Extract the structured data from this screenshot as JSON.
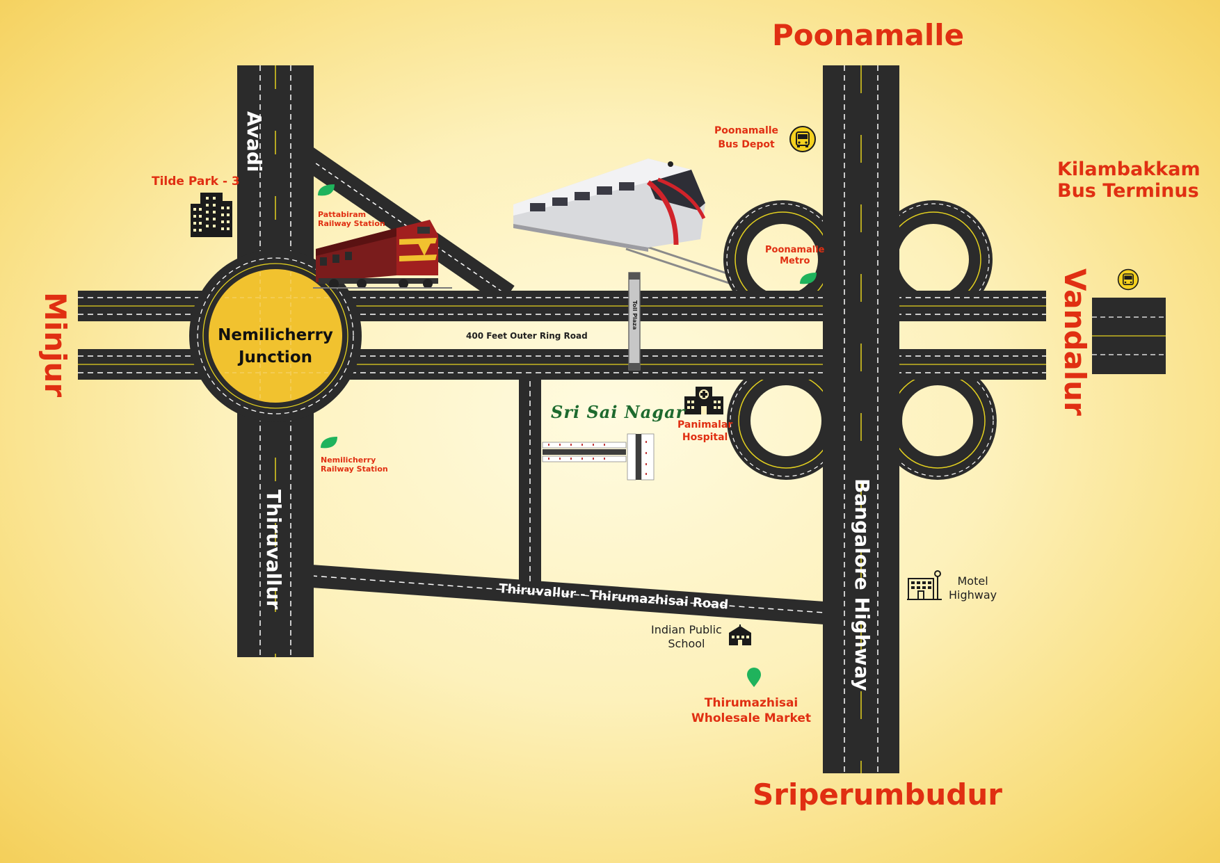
{
  "places": {
    "poonamalle": "Poonamalle",
    "sriperumbudur": "Sriperumbudur",
    "minjur": "Minjur",
    "vandalur": "Vandalur",
    "kilambakkam_line1": "Kilambakkam",
    "kilambakkam_line2": "Bus Terminus"
  },
  "roads": {
    "avadi": "Avadi",
    "thiruvallur": "Thiruvallur",
    "bangalore_highway": "Bangalore Highway",
    "outer_ring_road": "400 Feet Outer Ring Road",
    "thirumazhisai_road": "Thiruvallur - Thirumazhisai Road",
    "toll_plaza": "Toll Plaza"
  },
  "junction": {
    "line1": "Nemilicherry",
    "line2": "Junction"
  },
  "landmarks": {
    "tilde_park": "Tilde Park - 3",
    "pattabiram_line1": "Pattabiram",
    "pattabiram_line2": "Railway Station",
    "nemilicherry_line1": "Nemilicherry",
    "nemilicherry_line2": "Railway Station",
    "bus_depot_line1": "Poonamalle",
    "bus_depot_line2": "Bus Depot",
    "metro_line1": "Poonamalle",
    "metro_line2": "Metro",
    "hospital_line1": "Panimalar",
    "hospital_line2": "Hospital",
    "project": "Sri Sai Nagar",
    "school_line1": "Indian Public",
    "school_line2": "School",
    "market_line1": "Thirumazhisai",
    "market_line2": "Wholesale Market",
    "motel_line1": "Motel",
    "motel_line2": "Highway"
  },
  "icons": {
    "train": "locomotive-icon",
    "metro": "metro-train-icon",
    "bus": "bus-icon",
    "hospital": "hospital-icon",
    "school": "school-icon",
    "motel": "motel-icon",
    "building": "building-icon",
    "pin": "location-pin-icon"
  },
  "colors": {
    "road": "#2b2b2b",
    "place_label": "#e02f12",
    "junction": "#f1c22f",
    "pin": "#1fb35c",
    "center_line": "#e5d21f"
  }
}
